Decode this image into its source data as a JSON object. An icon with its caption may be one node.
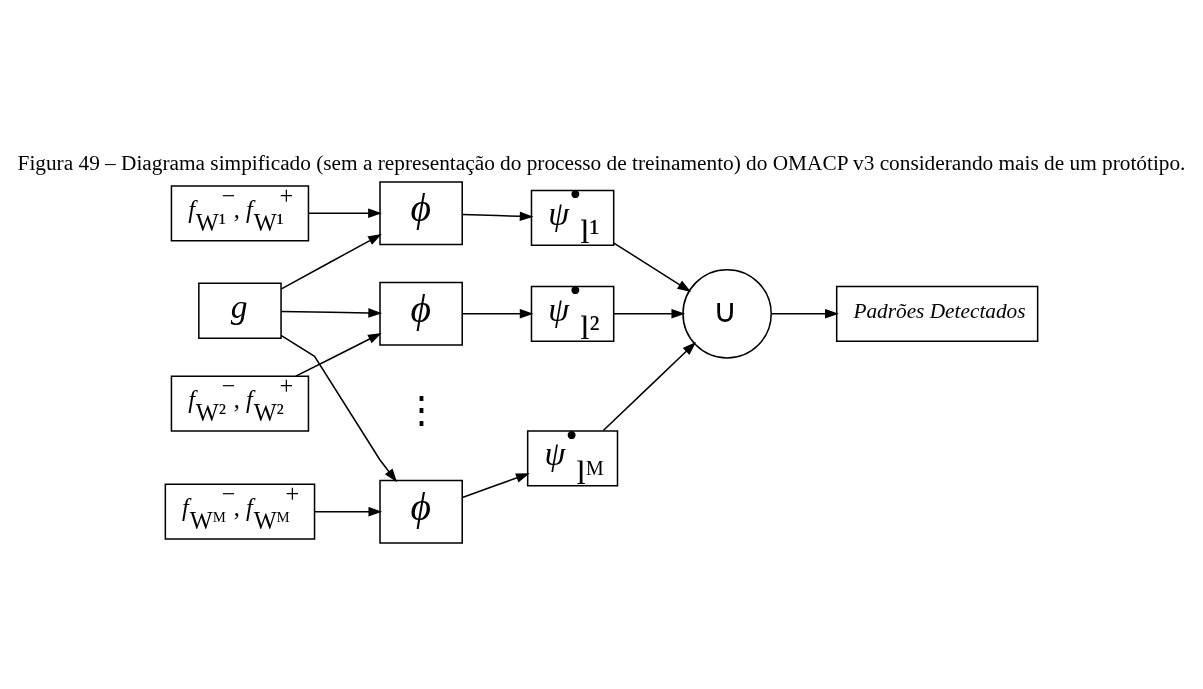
{
  "diagram": {
    "title": "Figura 49 – Diagrama simpificado (sem a representação do processo de treinamento) do OMACP v3 considerando mais de um protótipo.",
    "nodes": [
      {
        "text": [
          "*g*"
        ]
      },
      {
        "text": [
          "*f*$_{W¹}$$^{−}$, *f*$_{W¹}$$^{+}$"
        ]
      },
      {
        "text": [
          "*ϕ*"
        ]
      },
      {
        "text": [
          "*ψ*$^{•}$$_{l¹}$"
        ]
      },
      {
        "text": [
          "*f*$_{W²}$$^{−}$, *f*$_{W²}$$^{+}$"
        ]
      },
      {
        "text": [
          "*ϕ*"
        ]
      },
      {
        "text": [
          "*ψ*$^{•}$$_{l²}$"
        ]
      },
      {
        "text": [
          "*f*$_{Wᴹ}$$^{−}$, *f*$_{Wᴹ}$$^{+}$"
        ]
      },
      {
        "text": [
          "*ϕ*"
        ]
      },
      {
        "text": [
          "*ψ*$^{•}$$_{lᴹ}$"
        ]
      },
      {
        "text": [
          "∪"
        ]
      },
      {
        "text": [
          "Padrões Detectados"
        ]
      }
    ],
    "edges": [
      {
        "from": 0,
        "to": 2,
        "arrow": "to"
      },
      {
        "from": 0,
        "to": 5,
        "arrow": "to"
      },
      {
        "from": 0,
        "to": 8,
        "arrow": "to"
      },
      {
        "from": 1,
        "to": 2,
        "arrow": "to"
      },
      {
        "from": 4,
        "to": 5,
        "arrow": "to"
      },
      {
        "from": 7,
        "to": 8,
        "arrow": "to"
      },
      {
        "from": 2,
        "to": 3,
        "arrow": "to"
      },
      {
        "from": 5,
        "to": 6,
        "arrow": "to"
      },
      {
        "from": 8,
        "to": 9,
        "arrow": "to"
      },
      {
        "from": 3,
        "to": 10,
        "arrow": "to"
      },
      {
        "from": 6,
        "to": 10,
        "arrow": "to"
      },
      {
        "from": 9,
        "to": 10,
        "arrow": "to"
      },
      {
        "from": 10,
        "to": 11,
        "arrow": "to"
      }
    ],
    "labels": [
      "⋮"
    ]
  }
}
